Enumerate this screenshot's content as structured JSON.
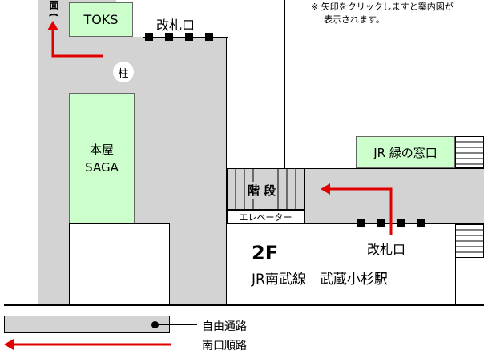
{
  "note": {
    "line1": "※ 矢印をクリックしますと案内図が",
    "line2": "表示されます。"
  },
  "places": {
    "partial_label": "面 (",
    "toks": "TOKS",
    "ticket_gate_top": "改札口",
    "pillar": "柱",
    "honya_line1": "本屋",
    "honya_line2": "SAGA",
    "jr_window": "JR 緑の窓口",
    "stairs": "階 段",
    "elevator": "エレベーター",
    "ticket_gate_right": "改札口",
    "floor": "2F",
    "station_name": "JR南武線　武蔵小杉駅"
  },
  "legend": {
    "free_passage": "自由通路",
    "south_exit_route": "南口順路"
  },
  "colors": {
    "passage": "#d3d3d3",
    "shop": "#ccffcc",
    "arrow": "#e00000",
    "line": "#000000"
  }
}
